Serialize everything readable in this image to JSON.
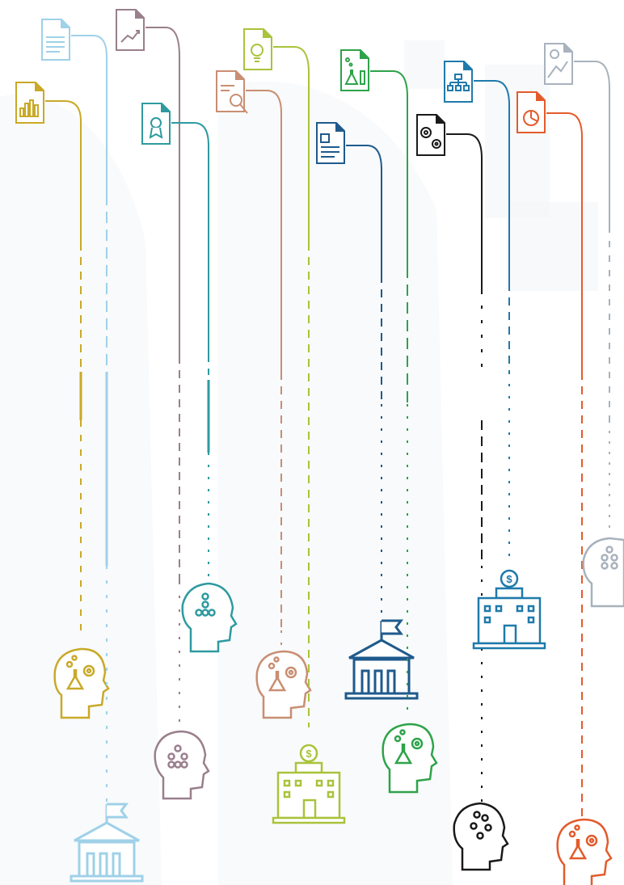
{
  "diagram": {
    "title": "",
    "background": "#ffffff",
    "shade": "#f2f4f7",
    "tracks": [
      {
        "id": "t1",
        "color": "#c9a928",
        "doc": "bar-chart-document",
        "end": "head-lab-gear"
      },
      {
        "id": "t2",
        "color": "#9fd1e8",
        "doc": "text-document",
        "end": "university-building"
      },
      {
        "id": "t3",
        "color": "#9a7f8c",
        "doc": "growth-chart-document",
        "end": "head-network"
      },
      {
        "id": "t4",
        "color": "#2e9aa0",
        "doc": "certificate-document",
        "end": "head-network"
      },
      {
        "id": "t5",
        "color": "#c98e72",
        "doc": "search-document",
        "end": "head-lab-gear"
      },
      {
        "id": "t6",
        "color": "#a9c33b",
        "doc": "idea-document",
        "end": "bank-building"
      },
      {
        "id": "t7",
        "color": "#1f5a8c",
        "doc": "report-document",
        "end": "university-building"
      },
      {
        "id": "t8",
        "color": "#2ea34a",
        "doc": "lab-document",
        "end": "head-lab-gear"
      },
      {
        "id": "t9",
        "color": "#1a1a1a",
        "doc": "gears-document",
        "end": "head-network"
      },
      {
        "id": "t10",
        "color": "#1f7aab",
        "doc": "org-chart-document",
        "end": "bank-building"
      },
      {
        "id": "t11",
        "color": "#e35b2c",
        "doc": "pie-chart-document",
        "end": "head-lab-gear"
      },
      {
        "id": "t12",
        "color": "#a8b2bd",
        "doc": "map-document",
        "end": "head-network"
      }
    ]
  }
}
